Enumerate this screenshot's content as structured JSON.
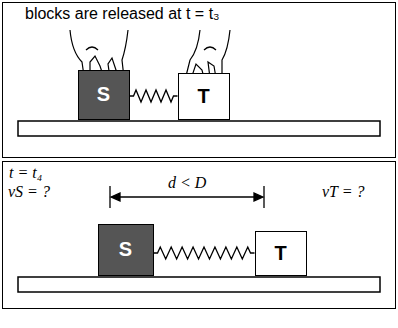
{
  "diagram": {
    "nodes": [
      {
        "text": [
          "blocks are released at t = t₃"
        ]
      },
      {
        "text": [
          "S"
        ],
        "in": 0
      },
      {
        "text": [
          "T"
        ],
        "in": 0
      },
      {
        "text": [
          "t = t₄"
        ]
      },
      {
        "text": [
          "S"
        ],
        "in": 3
      },
      {
        "text": [
          "T"
        ],
        "in": 3
      }
    ],
    "edges": [
      {
        "from": 1,
        "to": 2,
        "arrow": "none"
      },
      {
        "from": 4,
        "to": 5,
        "arrow": "none"
      }
    ],
    "labels": [
      "vS = ?",
      "d < D",
      "vT = ?"
    ]
  }
}
